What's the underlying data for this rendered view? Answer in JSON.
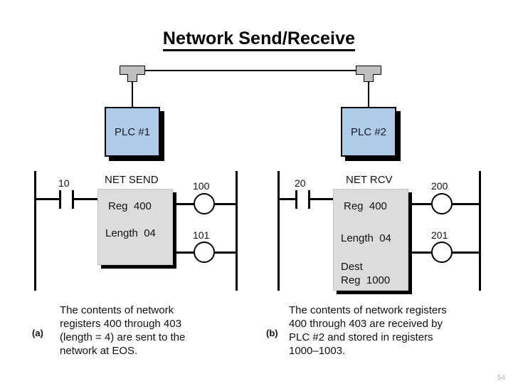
{
  "slide": {
    "title": "Network Send/Receive",
    "page_number": "54"
  },
  "network": {
    "tap_left_name": "network-tap-connector",
    "tap_right_name": "network-tap-connector",
    "plc_left": {
      "label": "PLC #1"
    },
    "plc_right": {
      "label": "PLC #2"
    },
    "colors": {
      "plc_fill": "#aecce8",
      "tap_fill": "#bfbfbf",
      "block_fill": "#dcdcdc",
      "line": "#000000"
    }
  },
  "rungs": [
    {
      "id": "net-send",
      "contact_label": "10",
      "block_title": "NET SEND",
      "block_lines": [
        "Reg  400",
        "Length  04"
      ],
      "outputs": [
        {
          "label": "100"
        },
        {
          "label": "101"
        }
      ]
    },
    {
      "id": "net-rcv",
      "contact_label": "20",
      "block_title": "NET RCV",
      "block_lines": [
        "Reg  400",
        "Length  04",
        "Dest",
        "Reg  1000"
      ],
      "outputs": [
        {
          "label": "200"
        },
        {
          "label": "201"
        }
      ]
    }
  ],
  "captions": [
    {
      "marker": "(a)",
      "text": "The contents of network\nregisters 400 through 403\n(length = 4) are sent to the\nnetwork at EOS."
    },
    {
      "marker": "(b)",
      "text": "The contents of network registers\n400 through 403 are received by\nPLC #2 and stored in registers\n1000–1003."
    }
  ]
}
